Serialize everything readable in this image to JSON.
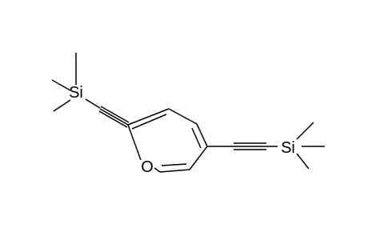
{
  "molecule": {
    "atoms": {
      "oxygen": "O",
      "silicon_left": "Si",
      "silicon_right": "Si"
    },
    "colors": {
      "bond": "#000000",
      "label": "#000000",
      "background": "#ffffff"
    }
  }
}
